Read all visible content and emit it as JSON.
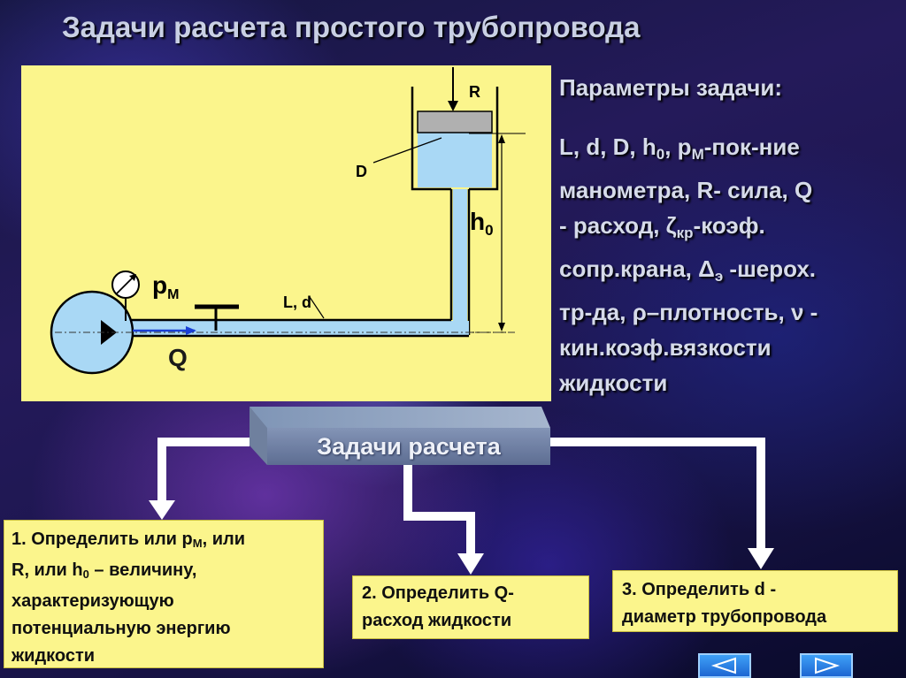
{
  "title": "Задачи расчета простого трубопровода",
  "diagram": {
    "label_R": "R",
    "label_D": "D",
    "label_h0_main": "h",
    "label_h0_sub": "0",
    "label_pm_main": "p",
    "label_pm_sub": "М",
    "label_Ld": "L, d",
    "label_Q": "Q",
    "colors": {
      "panel": "#fbf58c",
      "liquid": "#a9d8f5",
      "piston": "#b3b3b3"
    }
  },
  "params": {
    "heading": "Параметры задачи:",
    "line1_a": "L, d, D, h",
    "line1_sub1": "0",
    "line1_b": ", p",
    "line1_sub2": "М",
    "line1_c": "-пок-ние",
    "line2": "манометра, R- сила, Q",
    "line3_a": "- расход, ",
    "line3_sym": "ζ",
    "line3_sub": "кр",
    "line3_b": "-коэф.",
    "line4_a": "сопр.крана, ",
    "line4_sym": "Δ",
    "line4_sub": "э",
    "line4_b": " -шерох.",
    "line5_a": "тр-да, ",
    "line5_sym1": "ρ",
    "line5_b": "–плотность, ",
    "line5_sym2": "ν",
    "line5_c": " -",
    "line6": "кин.коэф.вязкости",
    "line7": "жидкости"
  },
  "tasks_header": "Задачи расчета",
  "task1": {
    "l1_a": "1. Определить или p",
    "l1_sub": "М",
    "l1_b": ", или",
    "l2_a": "R, или h",
    "l2_sub": "0",
    "l2_b": " – величину,",
    "l3": "характеризующую",
    "l4": "потенциальную энергию",
    "l5": "жидкости"
  },
  "task2": {
    "l1": "2. Определить Q-",
    "l2": "расход жидкости"
  },
  "task3": {
    "l1": "3. Определить d -",
    "l2": "диаметр трубопровода"
  },
  "nav": {
    "prev_icon": "triangle-left-icon",
    "next_icon": "triangle-right-icon"
  },
  "colors": {
    "text": "#d6dbea",
    "arrows": "#ffffff",
    "nav": "#2f86e8"
  }
}
